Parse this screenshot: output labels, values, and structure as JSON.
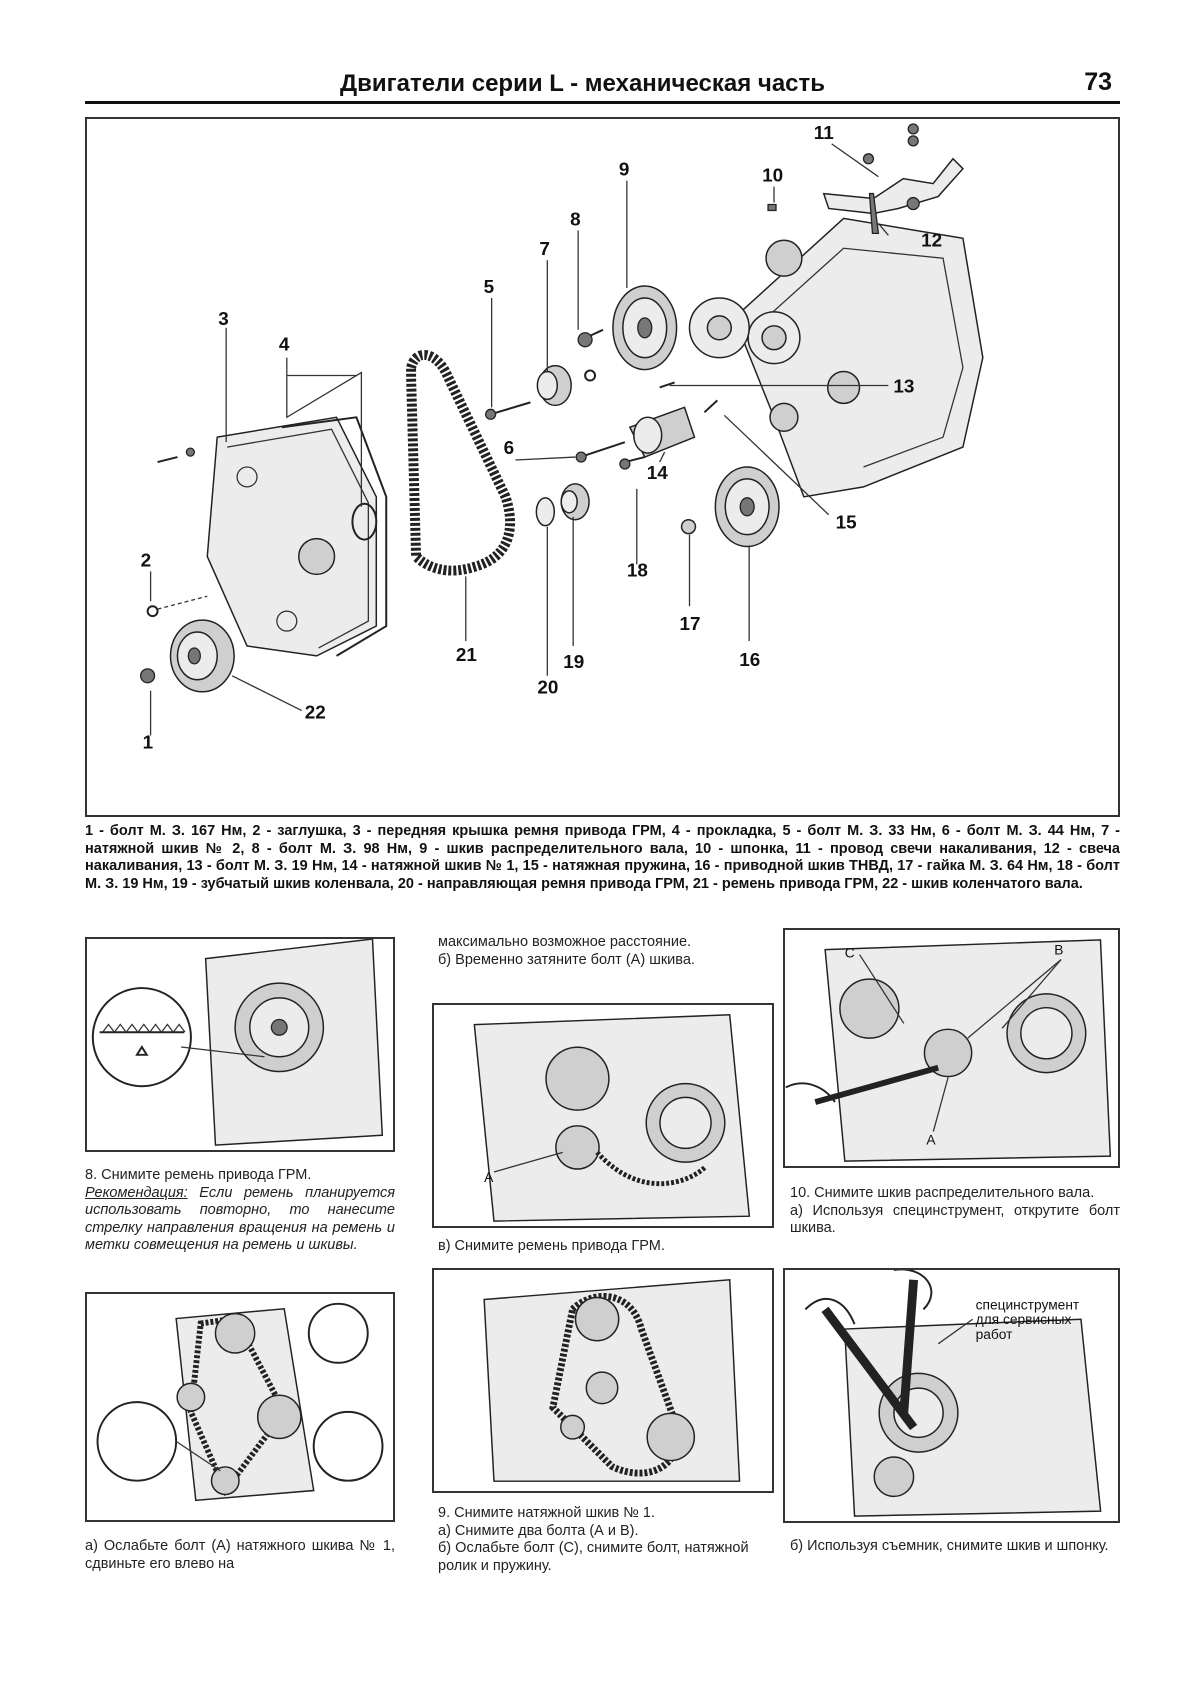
{
  "header": {
    "title": "Двигатели серии L - механическая часть",
    "page_number": "73"
  },
  "main_figure": {
    "callouts": [
      "1",
      "2",
      "3",
      "4",
      "5",
      "6",
      "7",
      "8",
      "9",
      "10",
      "11",
      "12",
      "13",
      "14",
      "15",
      "16",
      "17",
      "18",
      "19",
      "20",
      "21",
      "22"
    ]
  },
  "legend": "1 - болт М. З. 167 Нм, 2 - заглушка, 3 - передняя крышка ремня привода ГРМ, 4 - прокладка, 5 - болт М. З. 33 Нм, 6 - болт М. З. 44 Нм, 7 - натяжной шкив № 2, 8 - болт М. З. 98 Нм, 9 - шкив распределительного вала, 10 - шпонка, 11 - провод свечи накаливания, 12 - свеча накаливания, 13 - болт М. З. 19 Нм, 14 - натяжной шкив № 1, 15 - натяжная пружина, 16 - приводной шкив ТНВД, 17 - гайка М. З. 64 Нм, 18 - болт М. З. 19 Нм, 19 - зубчатый шкив коленвала, 20 - направляющая ремня привода ГРМ, 21 - ремень привода ГРМ, 22 - шкив коленчатого вала.",
  "left_column": {
    "step8": "8. Снимите ремень привода ГРМ.",
    "recommendation_label": "Рекомендация:",
    "recommendation_text": " Если ремень планируется использовать повторно, то нанесите стрелку направления вращения на ремень и метки совмещения на ремень и шкивы.",
    "step8a": "а) Ослабьте болт (А) натяжного шкива № 1, сдвиньте его влево на"
  },
  "middle_column": {
    "continued": "максимально возможное расстояние.",
    "step8b": "б) Временно затяните болт (А) шкива.",
    "fig_label_a": "A",
    "step8v": "в) Снимите ремень привода ГРМ.",
    "step9": "9. Снимите натяжной шкив № 1.",
    "step9a": "а) Снимите два болта (А и В).",
    "step9b": "б) Ослабьте болт (С), снимите болт, натяжной ролик и пружину."
  },
  "right_column": {
    "fig_label_c": "C",
    "fig_label_b": "B",
    "fig_label_a": "A",
    "step10": "10. Снимите шкив распределительного вала.",
    "step10a": "а) Используя специнструмент, открутите болт шкива.",
    "tool_label_1": "специнструмент",
    "tool_label_2": "для сервисных",
    "tool_label_3": "работ",
    "step10b": "б) Используя съемник, снимите шкив и шпонку."
  }
}
